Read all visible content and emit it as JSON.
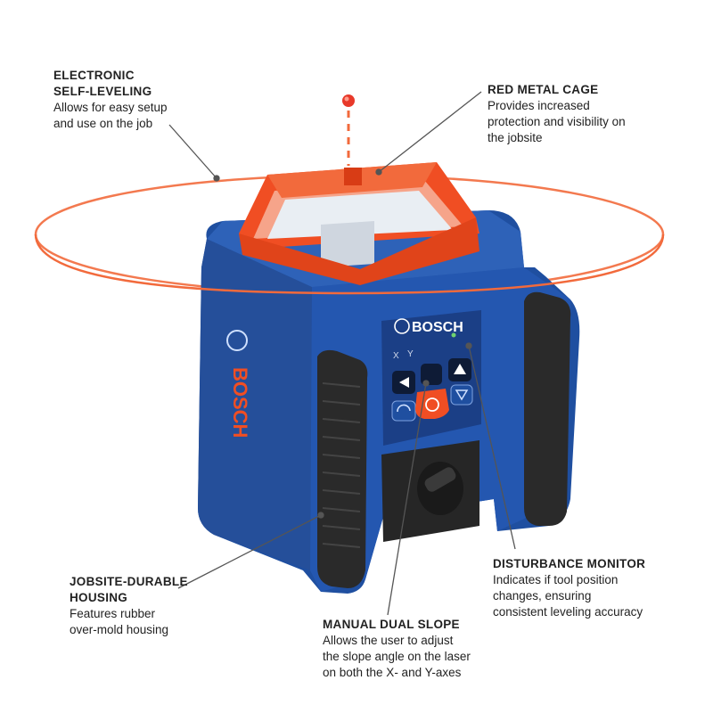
{
  "callouts": [
    {
      "title_lines": [
        "ELECTRONIC",
        "SELF-LEVELING"
      ],
      "desc_lines": [
        "Allows for easy setup",
        "and use on the job"
      ]
    },
    {
      "title_lines": [
        "RED METAL CAGE"
      ],
      "desc_lines": [
        "Provides increased",
        "protection and visibility on",
        "the jobsite"
      ]
    },
    {
      "title_lines": [
        "JOBSITE-DURABLE",
        "HOUSING"
      ],
      "desc_lines": [
        "Features rubber",
        "over-mold housing"
      ]
    },
    {
      "title_lines": [
        "MANUAL DUAL SLOPE"
      ],
      "desc_lines": [
        "Allows the user to adjust",
        "the slope angle on the laser",
        "on both the X- and Y-axes"
      ]
    },
    {
      "title_lines": [
        "DISTURBANCE MONITOR"
      ],
      "desc_lines": [
        "Indicates if tool position",
        "changes, ensuring",
        "consistent leveling accuracy"
      ]
    }
  ],
  "product": {
    "brand": "BOSCH",
    "axis_labels": [
      "X",
      "Y"
    ],
    "colors": {
      "housing": "#1f4fa0",
      "cage": "#f04e23",
      "laser": "#f26a3c",
      "rubber": "#2a2a2a"
    }
  },
  "icons": [
    "laser-dot-icon",
    "power-icon",
    "arrow-up-icon",
    "arrow-down-icon",
    "arrow-left-icon",
    "arrow-right-icon",
    "rotate-icon",
    "bosch-logo-icon"
  ]
}
